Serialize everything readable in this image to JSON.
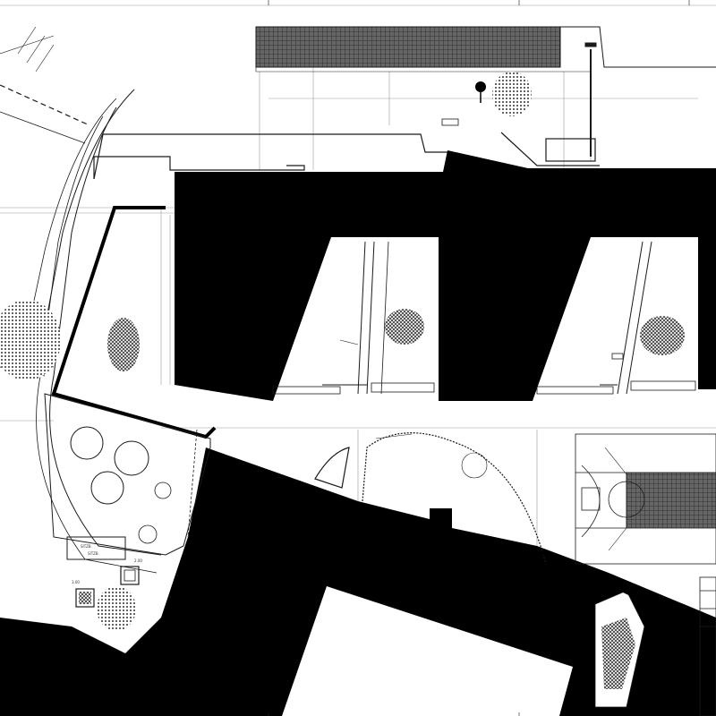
{
  "plan": {
    "colors": {
      "paper": "#ffffff",
      "building": "#000000",
      "ink": "#1a1a1a",
      "hatch": "#333333",
      "court_fill": "#555555",
      "light_line": "#9a9a9a"
    },
    "labels": {
      "bench_a": "SITZB.",
      "bench_b": "SITZB.",
      "dim_a": "2.00",
      "dim_b": "3.00"
    }
  }
}
